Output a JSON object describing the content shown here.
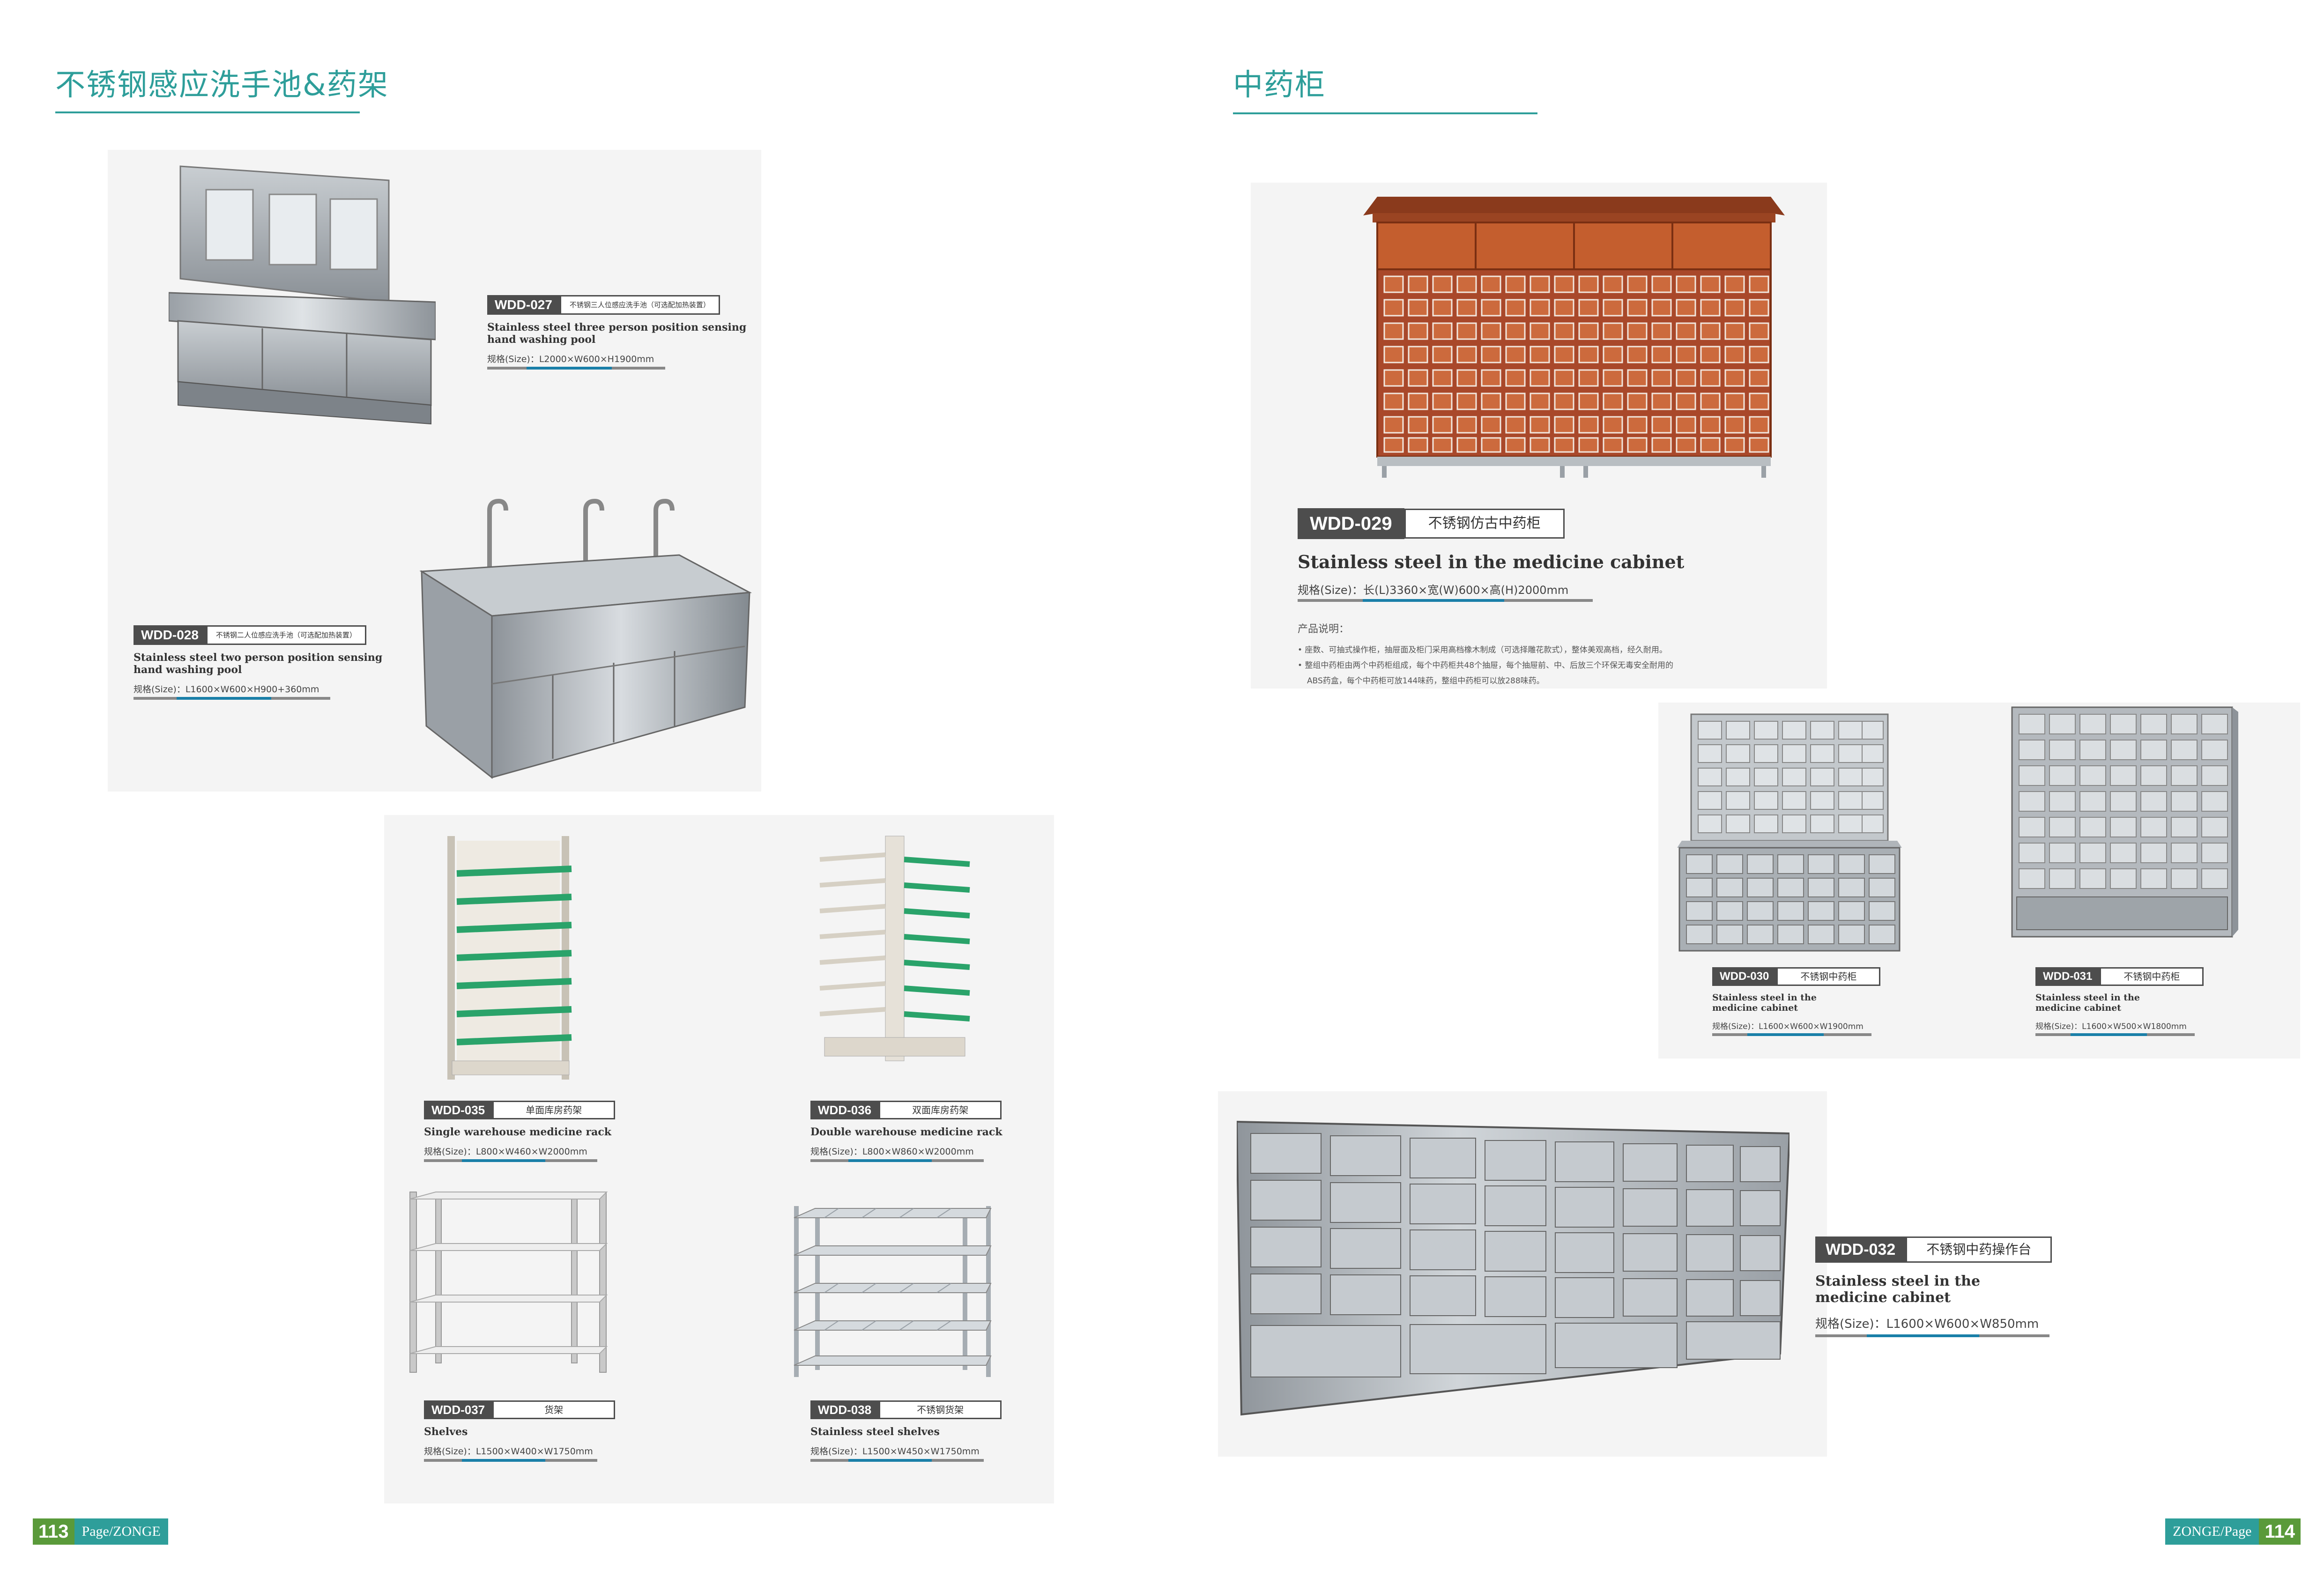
{
  "left_section_title": "不锈钢感应洗手池&药架",
  "right_section_title": "中药柜",
  "products": {
    "wdd027": {
      "code": "WDD-027",
      "name_cn": "不锈钢三人位感应洗手池（可选配加热装置）",
      "name_en_1": "Stainless steel three person position sensing",
      "name_en_2": "hand washing pool",
      "size": "规格(Size)：L2000×W600×H1900mm"
    },
    "wdd028": {
      "code": "WDD-028",
      "name_cn": "不锈钢二人位感应洗手池（可选配加热装置）",
      "name_en_1": "Stainless steel two person position sensing",
      "name_en_2": "hand washing pool",
      "size": "规格(Size)：L1600×W600×H900+360mm"
    },
    "wdd035": {
      "code": "WDD-035",
      "name_cn": "单面库房药架",
      "name_en_1": "Single warehouse medicine rack",
      "size": "规格(Size)：L800×W460×W2000mm"
    },
    "wdd036": {
      "code": "WDD-036",
      "name_cn": "双面库房药架",
      "name_en_1": "Double warehouse medicine rack",
      "size": "规格(Size)：L800×W860×W2000mm"
    },
    "wdd037": {
      "code": "WDD-037",
      "name_cn": "货架",
      "name_en_1": "Shelves",
      "size": "规格(Size)：L1500×W400×W1750mm"
    },
    "wdd038": {
      "code": "WDD-038",
      "name_cn": "不锈钢货架",
      "name_en_1": "Stainless steel shelves",
      "size": "规格(Size)：L1500×W450×W1750mm"
    },
    "wdd029": {
      "code": "WDD-029",
      "name_cn": "不锈钢仿古中药柜",
      "name_en_1": "Stainless steel in the medicine cabinet",
      "size": "规格(Size)：长(L)3360×宽(W)600×高(H)2000mm",
      "desc_title": "产品说明：",
      "desc_1": "• 座数、可抽式操作柜，抽屉面及柜门采用高档橡木制成（可选择雕花款式），整体美观高档，经久耐用。",
      "desc_2": "• 整组中药柜由两个中药柜组成，每个中药柜共48个抽屉，每个抽屉前、中、后放三个环保无毒安全耐用的",
      "desc_3": "ABS药盒，每个中药柜可放144味药，整组中药柜可以放288味药。"
    },
    "wdd030": {
      "code": "WDD-030",
      "name_cn": "不锈钢中药柜",
      "name_en_1": "Stainless steel in the",
      "name_en_2": "medicine cabinet",
      "size": "规格(Size)：L1600×W600×W1900mm"
    },
    "wdd031": {
      "code": "WDD-031",
      "name_cn": "不锈钢中药柜",
      "name_en_1": "Stainless steel in the",
      "name_en_2": "medicine cabinet",
      "size": "规格(Size)：L1600×W500×W1800mm"
    },
    "wdd032": {
      "code": "WDD-032",
      "name_cn": "不锈钢中药操作台",
      "name_en_1": "Stainless steel in the",
      "name_en_2": "medicine cabinet",
      "size": "规格(Size)：L1600×W600×W850mm"
    }
  },
  "footer": {
    "left_num": "113",
    "left_text": "Page/ZONGE",
    "right_text": "ZONGE/Page",
    "right_num": "114"
  },
  "colors": {
    "accent": "#2e9e9a",
    "code_bg": "#4d4d4d",
    "rack_green": "#2aa36a",
    "cabinet_wood": "#b8522a"
  }
}
